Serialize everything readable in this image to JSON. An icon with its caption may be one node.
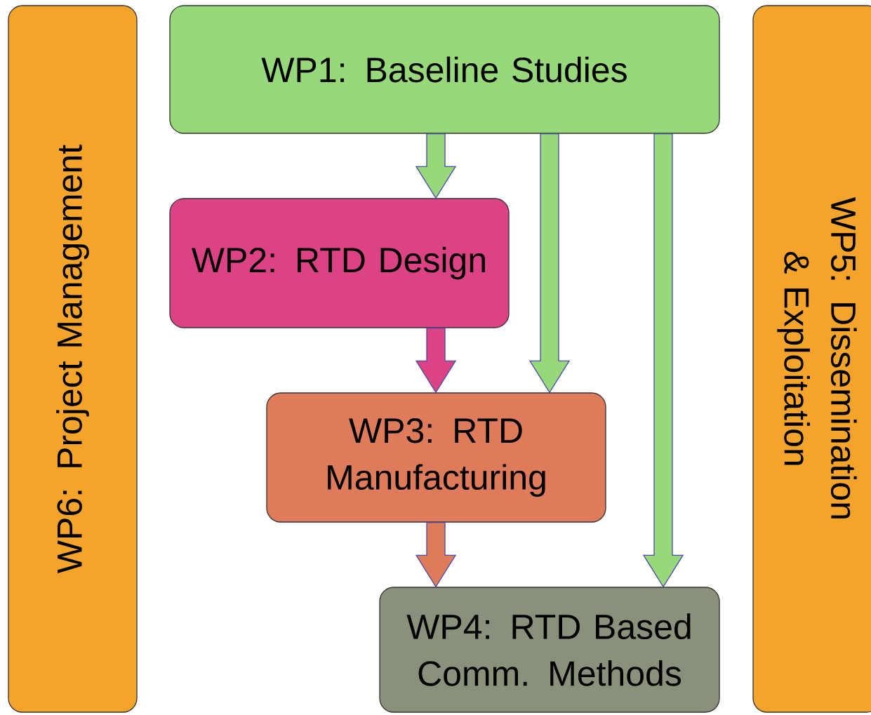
{
  "diagram": {
    "nodes": [
      {
        "text": [
          "WP6: Project Management"
        ]
      },
      {
        "text": [
          "WP1: Baseline Studies"
        ]
      },
      {
        "text": [
          "WP2: RTD Design"
        ]
      },
      {
        "text": [
          "WP3: RTD Manufacturing"
        ]
      },
      {
        "text": [
          "WP4: RTD Based Comm. Methods"
        ]
      },
      {
        "text": [
          "WP5: Dissemination & Exploitation"
        ]
      }
    ],
    "edges": [
      {
        "from": 1,
        "to": 2,
        "arrow": "to"
      },
      {
        "from": 1,
        "to": 3,
        "arrow": "to"
      },
      {
        "from": 1,
        "to": 4,
        "arrow": "to"
      },
      {
        "from": 2,
        "to": 3,
        "arrow": "to",
        "color": "#dc4384"
      },
      {
        "from": 3,
        "to": 4,
        "arrow": "to",
        "color": "#de7b5a"
      }
    ]
  }
}
